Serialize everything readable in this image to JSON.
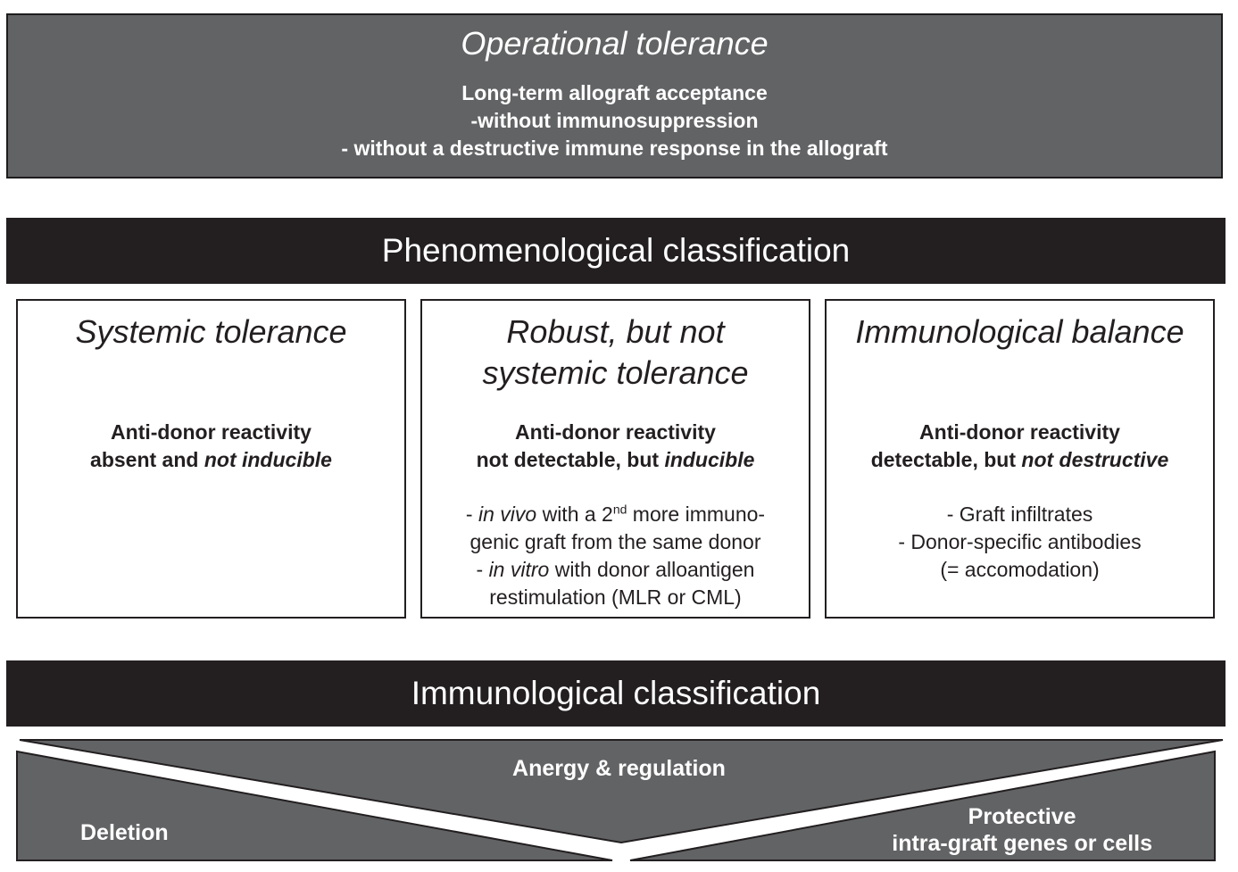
{
  "operational": {
    "title": "Operational tolerance",
    "line1": "Long-term allograft acceptance",
    "line2": "-without immunosuppression",
    "line3": "- without a destructive immune response in the allograft"
  },
  "phenomenological_header": "Phenomenological classification",
  "cards": [
    {
      "title_line1": "Systemic tolerance",
      "bold_line1": "Anti-donor reactivity",
      "bold_line2_plain": "absent and ",
      "bold_line2_italic": "not inducible"
    },
    {
      "title_line1": "Robust, but not",
      "title_line2": "systemic tolerance",
      "bold_line1": "Anti-donor reactivity",
      "bold_line2_plain": "not detectable, but ",
      "bold_line2_italic": "inducible",
      "list": {
        "l1_prefix": "- ",
        "l1_italic": "in vivo",
        "l1_mid": " with a 2",
        "l1_sup": "nd",
        "l1_suffix": " more immuno-",
        "l2": "genic graft from the same donor",
        "l3_prefix": "- ",
        "l3_italic": "in vitro",
        "l3_suffix": " with donor alloantigen",
        "l4": "restimulation (MLR or CML)"
      }
    },
    {
      "title_line1": "Immunological balance",
      "bold_line1": "Anti-donor reactivity",
      "bold_line2_plain": "detectable, but ",
      "bold_line2_italic": "not destructive",
      "list": {
        "l1": "- Graft infiltrates",
        "l2": "- Donor-specific antibodies",
        "l3": "(= accomodation)"
      }
    }
  ],
  "immunological_header": "Immunological classification",
  "mechanisms": {
    "anergy": "Anergy & regulation",
    "deletion": "Deletion",
    "protective_line1": "Protective",
    "protective_line2": "intra-graft genes or cells"
  },
  "colors": {
    "dark_band": "#231f20",
    "grey_fill": "#626365",
    "text_light": "#ffffff",
    "text_dark": "#231f20"
  }
}
